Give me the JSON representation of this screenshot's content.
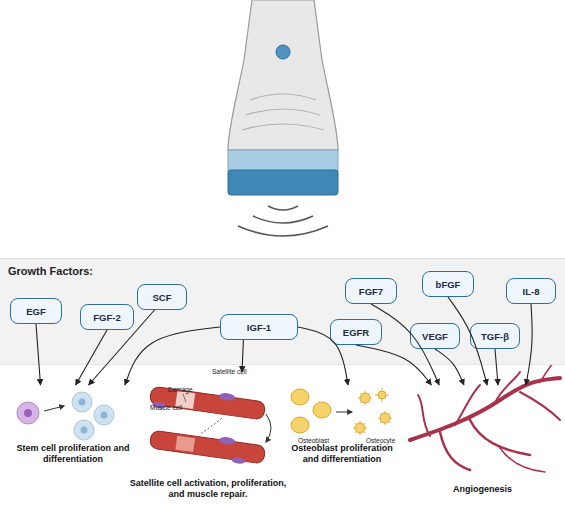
{
  "diagram": {
    "nodes": [
      {
        "text": [
          "Growth Factors:"
        ]
      },
      {
        "text": [
          "EGF"
        ],
        "in": 0
      },
      {
        "text": [
          "FGF-2"
        ],
        "in": 0
      },
      {
        "text": [
          "SCF"
        ],
        "in": 0
      },
      {
        "text": [
          "IGF-1"
        ],
        "in": 0
      },
      {
        "text": [
          "EGFR"
        ],
        "in": 0
      },
      {
        "text": [
          "FGF7"
        ],
        "in": 0
      },
      {
        "text": [
          "VEGF"
        ],
        "in": 0
      },
      {
        "text": [
          "bFGF"
        ],
        "in": 0
      },
      {
        "text": [
          "TGF-β"
        ],
        "in": 0
      },
      {
        "text": [
          "IL-8"
        ],
        "in": 0
      },
      {
        "text": [
          "Stem cell proliferation and differentiation"
        ]
      },
      {
        "text": [
          "Satellite cell activation, proliferation, and muscle repair."
        ]
      },
      {
        "text": [
          "Osteoblast proliferation and differentiation"
        ]
      },
      {
        "text": [
          "Angiogenesis"
        ]
      }
    ],
    "edges": [
      {
        "from": 1,
        "to": 11,
        "arrow": "to"
      },
      {
        "from": 2,
        "to": 11,
        "arrow": "to"
      },
      {
        "from": 3,
        "to": 11,
        "arrow": "to"
      },
      {
        "from": 4,
        "to": 11,
        "arrow": "to"
      },
      {
        "from": 4,
        "to": 12,
        "arrow": "to"
      },
      {
        "from": 4,
        "to": 13,
        "arrow": "to"
      },
      {
        "from": 5,
        "to": 14,
        "arrow": "to"
      },
      {
        "from": 6,
        "to": 14,
        "arrow": "to"
      },
      {
        "from": 7,
        "to": 14,
        "arrow": "to"
      },
      {
        "from": 8,
        "to": 14,
        "arrow": "to"
      },
      {
        "from": 9,
        "to": 14,
        "arrow": "to"
      },
      {
        "from": 10,
        "to": 14,
        "arrow": "to"
      }
    ],
    "labels": [
      "Satellite cell",
      "Damage",
      "Muscle cell",
      "Osteoblast",
      "Osteocyte"
    ]
  }
}
